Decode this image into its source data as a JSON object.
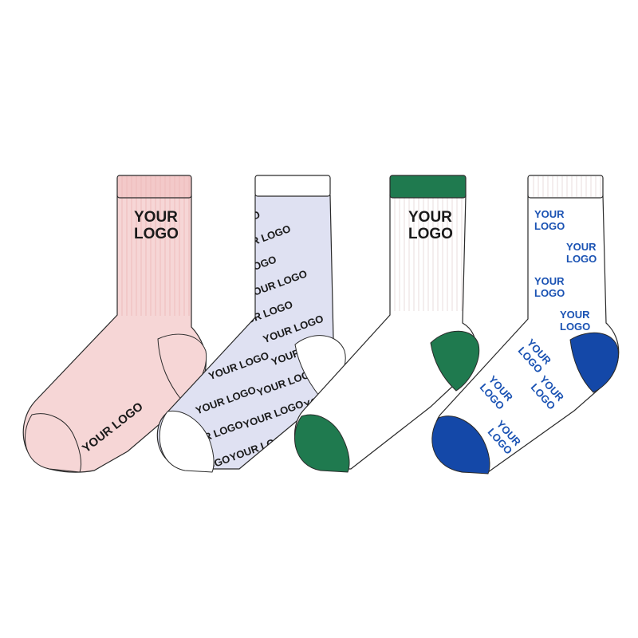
{
  "logo": {
    "line1": "YOUR",
    "line2": "LOGO",
    "inline": "YOUR  LOGO",
    "pattern": "YOUR LOGO"
  },
  "colors": {
    "outline": "#2a2a2a",
    "pink_sock": "#f6d6d6",
    "pink_rib": "#f2c6c6",
    "lavender_sock": "#dfe1f2",
    "sock_white": "#ffffff",
    "rib_line": "#e9e2e2",
    "green_accent": "#1f7a4f",
    "blue_accent": "#1448a8",
    "logo_black": "#1a1a1a",
    "logo_blue": "#1a52b3"
  },
  "socks": [
    {
      "name": "pink-sock",
      "style": "solid pink with black logo"
    },
    {
      "name": "lavender-sock",
      "style": "allover diagonal logo pattern"
    },
    {
      "name": "green-sock",
      "style": "white with green cuff, heel and toe"
    },
    {
      "name": "blue-sock",
      "style": "white with blue heel, toe and scattered logos"
    }
  ]
}
